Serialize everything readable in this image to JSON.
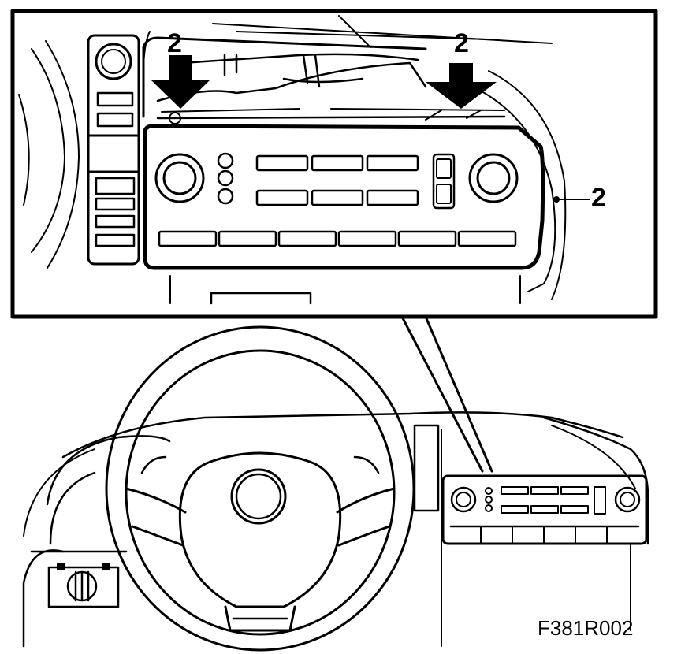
{
  "figure": {
    "id": "F381R002",
    "callouts": [
      {
        "label": "2",
        "target": "left-clip-arrow"
      },
      {
        "label": "2",
        "target": "right-clip-arrow"
      },
      {
        "label": "2",
        "target": "panel-edge"
      }
    ]
  },
  "icons": {
    "arrow": "down-arrow-icon",
    "knob": "rotary-knob-icon",
    "steering_wheel": "steering-wheel-icon"
  }
}
